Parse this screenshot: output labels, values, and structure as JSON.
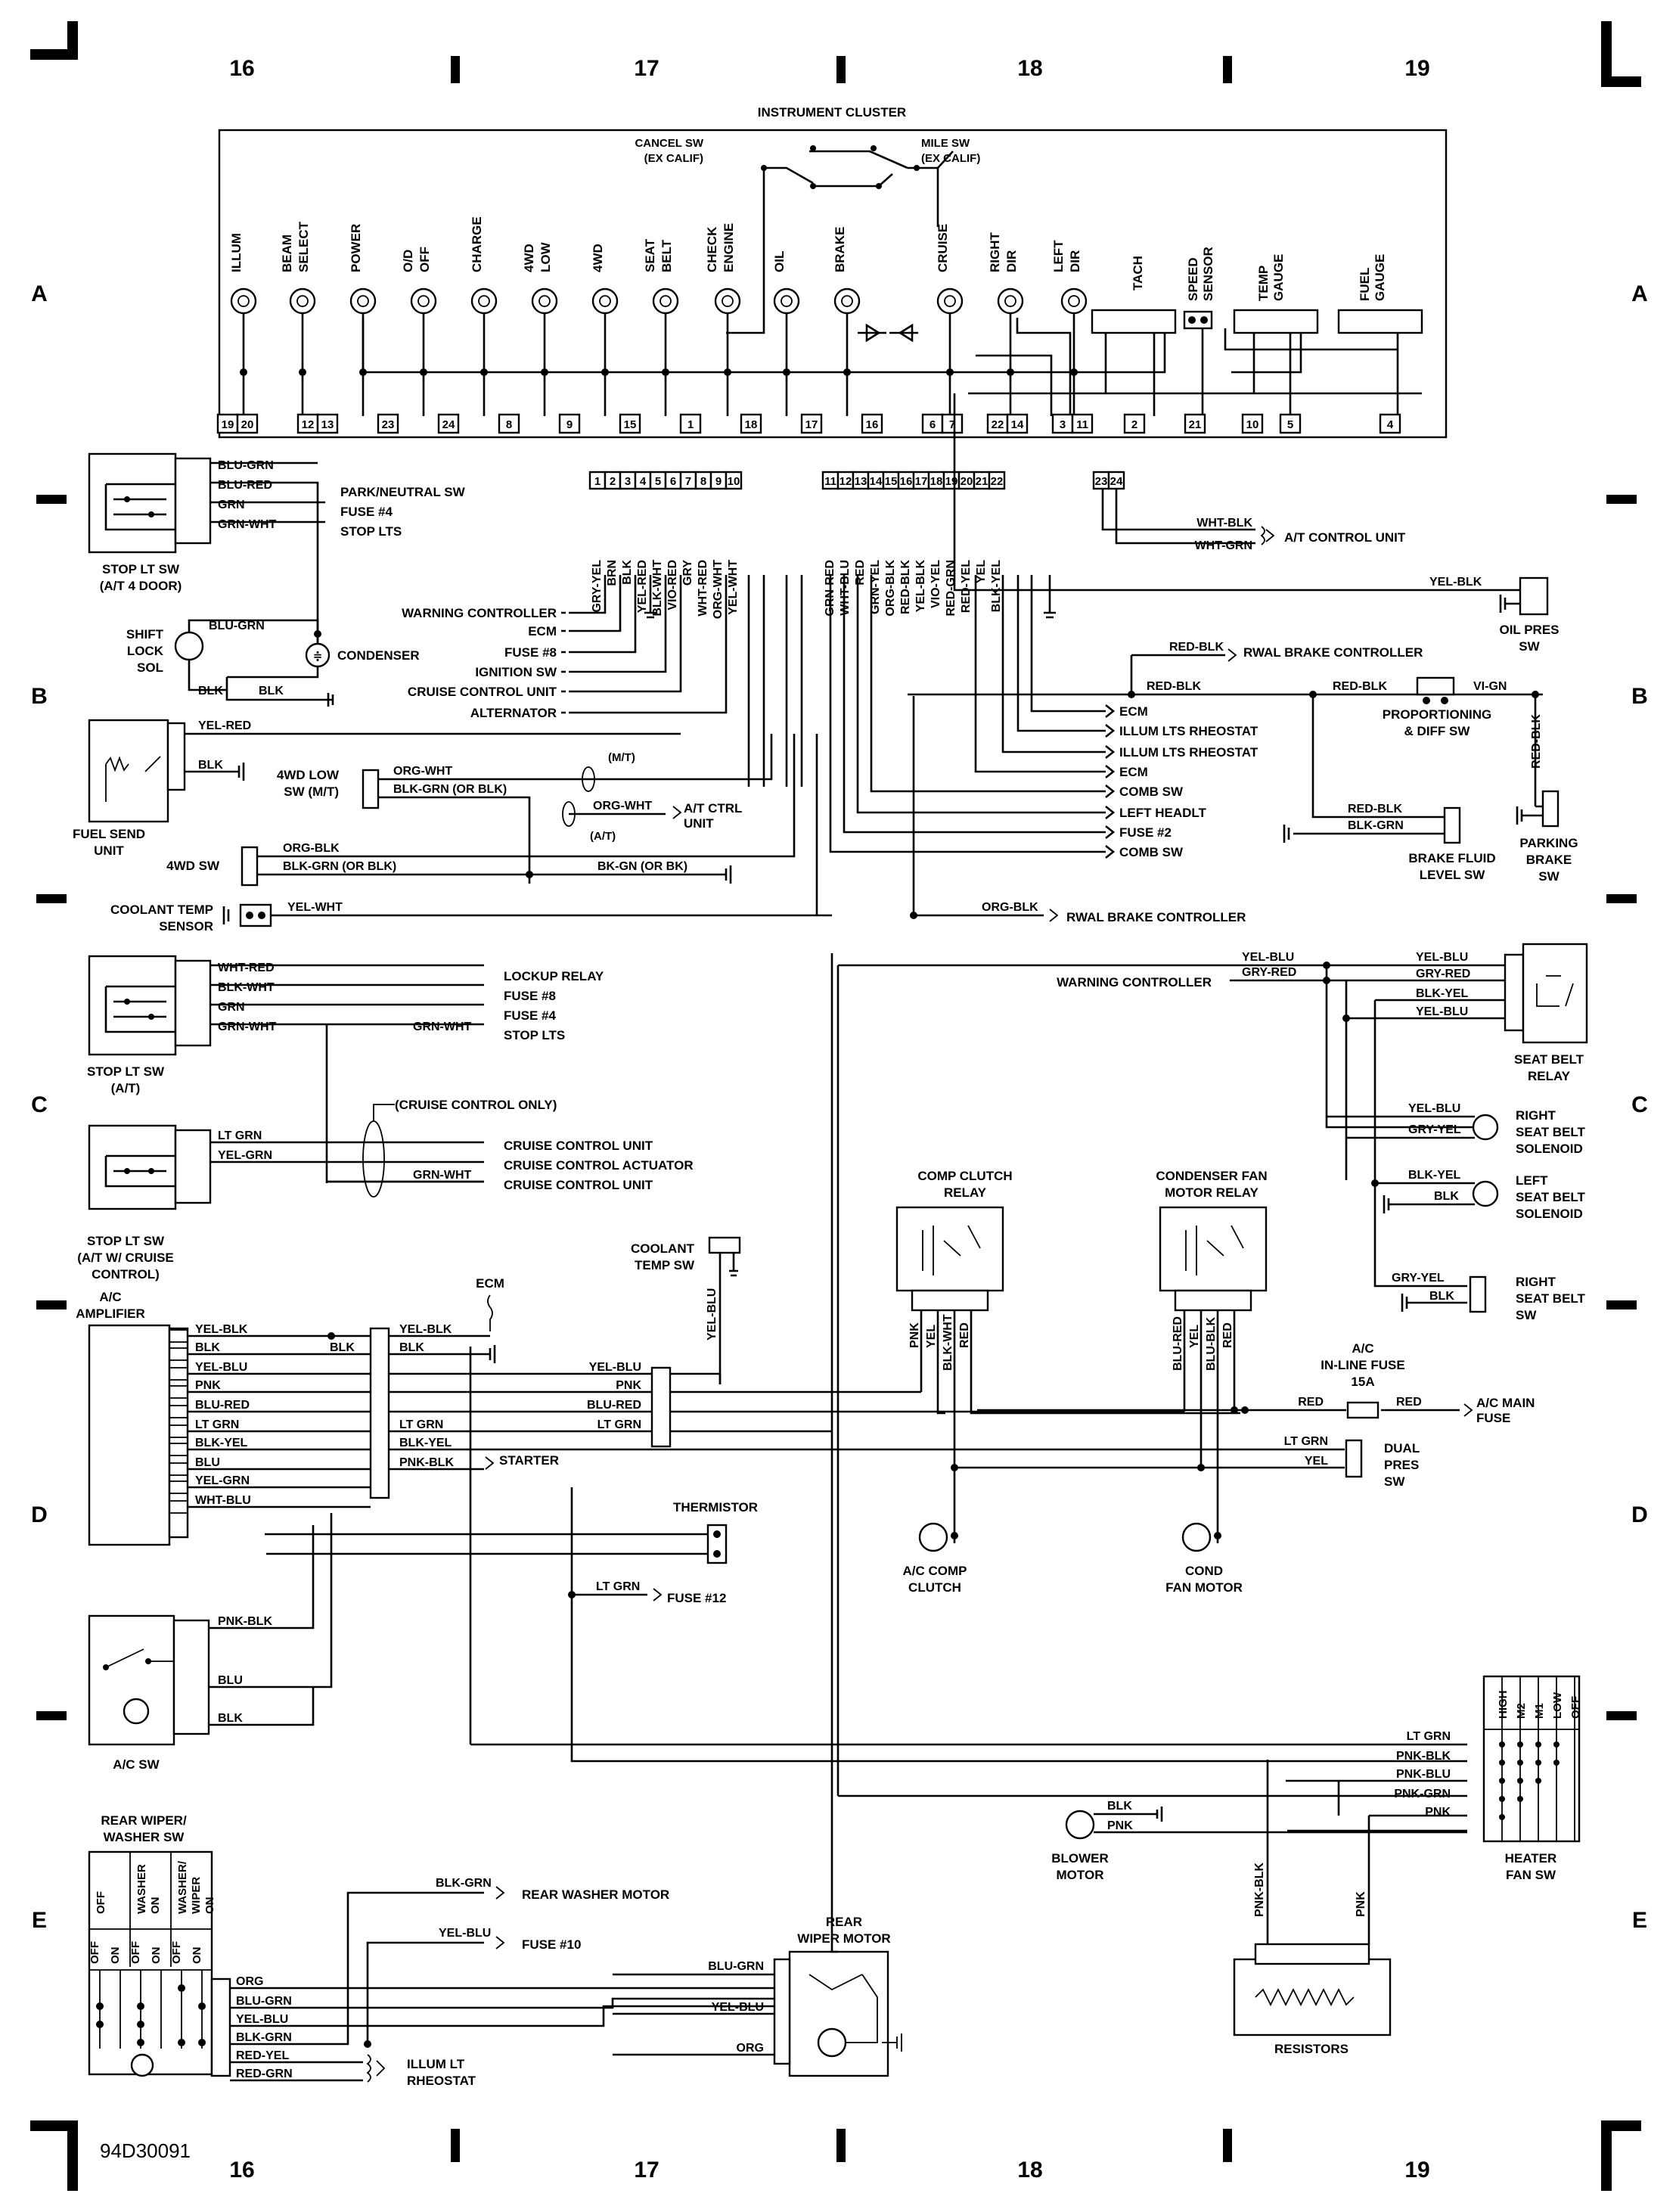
{
  "doc_id": "94D30091",
  "grid": {
    "columns": [
      "16",
      "17",
      "18",
      "19"
    ],
    "rows": [
      "A",
      "B",
      "C",
      "D",
      "E"
    ]
  },
  "instrument_cluster": {
    "title": "INSTRUMENT CLUSTER",
    "cancel_sw": [
      "CANCEL SW",
      "(EX CALIF)"
    ],
    "mile_sw": [
      "MILE SW",
      "(EX CALIF)"
    ],
    "lamps": [
      {
        "label": [
          "ILLUM"
        ],
        "pins": [
          "19",
          "20"
        ]
      },
      {
        "label": [
          "BEAM",
          "SELECT"
        ],
        "pins": [
          "12",
          "13"
        ]
      },
      {
        "label": [
          "POWER"
        ],
        "pins": [
          "23"
        ]
      },
      {
        "label": [
          "O/D",
          "OFF"
        ],
        "pins": [
          "24"
        ]
      },
      {
        "label": [
          "CHARGE"
        ],
        "pins": [
          "8"
        ]
      },
      {
        "label": [
          "4WD",
          "LOW"
        ],
        "pins": [
          "9"
        ]
      },
      {
        "label": [
          "4WD"
        ],
        "pins": [
          "15"
        ]
      },
      {
        "label": [
          "SEAT",
          "BELT"
        ],
        "pins": [
          "1"
        ]
      },
      {
        "label": [
          "CHECK",
          "ENGINE"
        ],
        "pins": [
          "18"
        ]
      },
      {
        "label": [
          "OIL"
        ],
        "pins": [
          "17"
        ]
      },
      {
        "label": [
          "BRAKE"
        ],
        "pins": [
          "16"
        ]
      },
      {
        "label": [
          "CRUISE"
        ],
        "pins": [
          "6",
          "7"
        ]
      },
      {
        "label": [
          "RIGHT",
          "DIR"
        ],
        "pins": [
          "22",
          "14"
        ]
      },
      {
        "label": [
          "LEFT",
          "DIR"
        ],
        "pins": [
          "3",
          "11"
        ]
      }
    ],
    "gauges": [
      {
        "label": [
          "TACH"
        ],
        "pins": [
          "2"
        ]
      },
      {
        "label": [
          "SPEED",
          "SENSOR"
        ],
        "pins": [
          "21"
        ]
      },
      {
        "label": [
          "TEMP",
          "GAUGE"
        ],
        "pins": [
          "10",
          "5"
        ]
      },
      {
        "label": [
          "FUEL",
          "GAUGE"
        ],
        "pins": [
          "4"
        ]
      }
    ]
  },
  "connector_pins": {
    "left": [
      "1",
      "2",
      "3",
      "4",
      "5",
      "6",
      "7",
      "8",
      "9",
      "10"
    ],
    "mid": [
      "11",
      "12",
      "13",
      "14",
      "15",
      "16",
      "17",
      "18",
      "19",
      "20",
      "21",
      "22"
    ],
    "right": [
      "23",
      "24"
    ]
  },
  "connector_wires": {
    "left": [
      "GRY-YEL",
      "BRN",
      "BLK",
      "YEL-RED",
      "BLK-WHT",
      "VIO-RED",
      "GRY",
      "WHT-RED",
      "ORG-WHT",
      "YEL-WHT"
    ],
    "mid": [
      "GRN-RED",
      "WHT-BLU",
      "RED",
      "GRN-YEL",
      "ORG-BLK",
      "RED-BLK",
      "YEL-BLK",
      "VIO-YEL",
      "RED-GRN",
      "RED-YEL",
      "YEL",
      "BLK-YEL"
    ]
  },
  "labels": {
    "left_destinations": [
      "WARNING CONTROLLER",
      "ECM",
      "FUSE #8",
      "IGNITION SW",
      "CRUISE CONTROL UNIT",
      "ALTERNATOR"
    ],
    "mid_destinations": [
      "ECM",
      "ILLUM LTS RHEOSTAT",
      "ILLUM LTS RHEOSTAT",
      "ECM",
      "COMB SW",
      "LEFT HEADLT",
      "FUSE #2",
      "COMB SW"
    ],
    "at_control": {
      "wires": [
        "WHT-BLK",
        "WHT-GRN"
      ],
      "dest": "A/T CONTROL UNIT"
    },
    "stop_lt_4door": {
      "title": [
        "STOP LT SW",
        "(A/T 4 DOOR)"
      ],
      "wires": [
        "BLU-GRN",
        "BLU-RED",
        "GRN",
        "GRN-WHT"
      ],
      "dests": [
        "PARK/NEUTRAL SW",
        "FUSE #4",
        "STOP LTS"
      ]
    },
    "shift_lock": {
      "title": [
        "SHIFT",
        "LOCK",
        "SOL"
      ],
      "wires": [
        "BLU-GRN",
        "BLK",
        "BLK"
      ],
      "condenser": "CONDENSER"
    },
    "fuel_send": {
      "title": [
        "FUEL SEND",
        "UNIT"
      ],
      "wires": [
        "YEL-RED",
        "BLK"
      ]
    },
    "wd4_low": {
      "title": [
        "4WD LOW",
        "SW (M/T)"
      ],
      "wires": [
        "ORG-WHT",
        "BLK-GRN (OR BLK)"
      ],
      "mt": "(M/T)",
      "at": "(A/T)",
      "orgwht2": "ORG-WHT",
      "atctrl": [
        "A/T CTRL",
        "UNIT"
      ]
    },
    "wd4_sw": {
      "title": "4WD SW",
      "wires": [
        "ORG-BLK",
        "BLK-GRN (OR BLK)",
        "BK-GN (OR BK)"
      ]
    },
    "coolant_sensor": {
      "title": [
        "COOLANT TEMP",
        "SENSOR"
      ],
      "wire": "YEL-WHT"
    },
    "rwal_top": {
      "wire": "RED-BLK",
      "dest": "RWAL BRAKE CONTROLLER"
    },
    "rwal_bottom": {
      "wire": "ORG-BLK",
      "dest": "RWAL BRAKE CONTROLLER"
    },
    "oil_pres": {
      "title": [
        "OIL PRES",
        "SW"
      ],
      "wire": "YEL-BLK"
    },
    "prop_diff": {
      "title": [
        "PROPORTIONING",
        "& DIFF SW"
      ],
      "wires": [
        "RED-BLK",
        "RED-BLK",
        "VI-GN"
      ]
    },
    "brake_fluid": {
      "title": [
        "BRAKE FLUID",
        "LEVEL SW"
      ],
      "wires": [
        "RED-BLK",
        "BLK-GRN"
      ]
    },
    "parking_brake": {
      "title": [
        "PARKING",
        "BRAKE",
        "SW"
      ],
      "wire": "RED-BLK"
    },
    "stop_lt_at": {
      "title": [
        "STOP LT SW",
        "(A/T)"
      ],
      "wires": [
        "WHT-RED",
        "BLK-WHT",
        "GRN",
        "GRN-WHT",
        "GRN-WHT"
      ],
      "dests": [
        "LOCKUP RELAY",
        "FUSE #8",
        "FUSE #4",
        "STOP LTS"
      ]
    },
    "stop_lt_cruise": {
      "title": [
        "STOP LT SW",
        "(A/T W/ CRUISE",
        "CONTROL)"
      ],
      "wires": [
        "LT GRN",
        "YEL-GRN",
        "GRN-WHT"
      ],
      "cruise_only": "(CRUISE CONTROL ONLY)",
      "dests": [
        "CRUISE CONTROL UNIT",
        "CRUISE CONTROL ACTUATOR",
        "CRUISE CONTROL UNIT"
      ]
    },
    "seat_belt": {
      "warning": "WARNING CONTROLLER",
      "wires_left": [
        "YEL-BLU",
        "GRY-RED"
      ],
      "wires_relay": [
        "YEL-BLU",
        "GRY-RED",
        "BLK-YEL",
        "YEL-BLU"
      ],
      "relay": [
        "SEAT BELT",
        "RELAY"
      ],
      "right_sol": [
        "RIGHT",
        "SEAT BELT",
        "SOLENOID"
      ],
      "right_sol_wires": [
        "YEL-BLU",
        "GRY-YEL"
      ],
      "left_sol": [
        "LEFT",
        "SEAT BELT",
        "SOLENOID"
      ],
      "left_sol_wires": [
        "BLK-YEL",
        "BLK"
      ],
      "right_sw": [
        "RIGHT",
        "SEAT BELT",
        "SW"
      ],
      "right_sw_wires": [
        "GRY-YEL",
        "BLK"
      ]
    },
    "comp_relay": {
      "title": [
        "COMP CLUTCH",
        "RELAY"
      ],
      "wires": [
        "PNK",
        "YEL",
        "BLK-WHT",
        "RED"
      ],
      "clutch": [
        "A/C COMP",
        "CLUTCH"
      ]
    },
    "cond_relay": {
      "title": [
        "CONDENSER FAN",
        "MOTOR RELAY"
      ],
      "wires": [
        "BLU-RED",
        "YEL",
        "BLU-BLK",
        "RED"
      ],
      "motor": [
        "COND",
        "FAN MOTOR"
      ]
    },
    "coolant_sw": {
      "title": [
        "COOLANT",
        "TEMP SW"
      ],
      "wire": "YEL-BLU"
    },
    "ac_fuse": {
      "title": [
        "A/C",
        "IN-LINE FUSE",
        "15A"
      ],
      "wires": [
        "RED",
        "RED"
      ],
      "dest": [
        "A/C MAIN",
        "FUSE"
      ]
    },
    "dual_pres": {
      "title": [
        "DUAL",
        "PRES",
        "SW"
      ],
      "wires": [
        "LT GRN",
        "YEL"
      ]
    },
    "ac_amp": {
      "title": [
        "A/C",
        "AMPLIFIER"
      ],
      "ecm": "ECM",
      "wires": [
        "YEL-BLK",
        "BLK",
        "YEL-BLU",
        "PNK",
        "BLU-RED",
        "LT GRN",
        "BLK-YEL",
        "BLU",
        "YEL-GRN",
        "WHT-BLU"
      ],
      "mid_wires": [
        "YEL-BLK",
        "BLK",
        "BLK",
        "LT GRN",
        "BLK-YEL",
        "PNK-BLK"
      ],
      "right_wires": [
        "YEL-BLU",
        "PNK",
        "BLU-RED",
        "LT GRN"
      ],
      "starter": "STARTER"
    },
    "thermistor": {
      "title": "THERMISTOR",
      "wire": "LT GRN",
      "dest": "FUSE #12"
    },
    "ac_sw": {
      "title": "A/C SW",
      "wires": [
        "PNK-BLK",
        "BLU",
        "BLK"
      ]
    },
    "heater": {
      "title": [
        "HEATER",
        "FAN SW"
      ],
      "positions": [
        "HIGH",
        "M2",
        "M1",
        "LOW",
        "OFF"
      ],
      "wires": [
        "LT GRN",
        "PNK-BLK",
        "PNK-BLU",
        "PNK-GRN",
        "PNK"
      ]
    },
    "blower": {
      "title": [
        "BLOWER",
        "MOTOR"
      ],
      "wires": [
        "BLK",
        "PNK"
      ]
    },
    "resistors": {
      "title": "RESISTORS",
      "wires": [
        "PNK-BLK",
        "PNK"
      ]
    },
    "rear_wiper_sw": {
      "title": [
        "REAR WIPER/",
        "WASHER SW"
      ],
      "cols": [
        "OFF",
        "WASHER ON",
        "WASHER/ WIPER ON"
      ],
      "sub": [
        "OFF",
        "ON",
        "OFF",
        "ON",
        "OFF",
        "ON"
      ],
      "wires": [
        "ORG",
        "BLU-GRN",
        "YEL-BLU",
        "BLK-GRN",
        "RED-YEL",
        "RED-GRN"
      ]
    },
    "rear_washer": {
      "wire": "BLK-GRN",
      "dest": "REAR WASHER MOTOR"
    },
    "fuse10": {
      "wire": "YEL-BLU",
      "dest": "FUSE #10"
    },
    "rear_motor": {
      "title": [
        "REAR",
        "WIPER MOTOR"
      ],
      "wires": [
        "BLU-GRN",
        "YEL-BLU",
        "ORG"
      ]
    },
    "illum_rheo": {
      "title": [
        "ILLUM LT",
        "RHEOSTAT"
      ]
    }
  }
}
